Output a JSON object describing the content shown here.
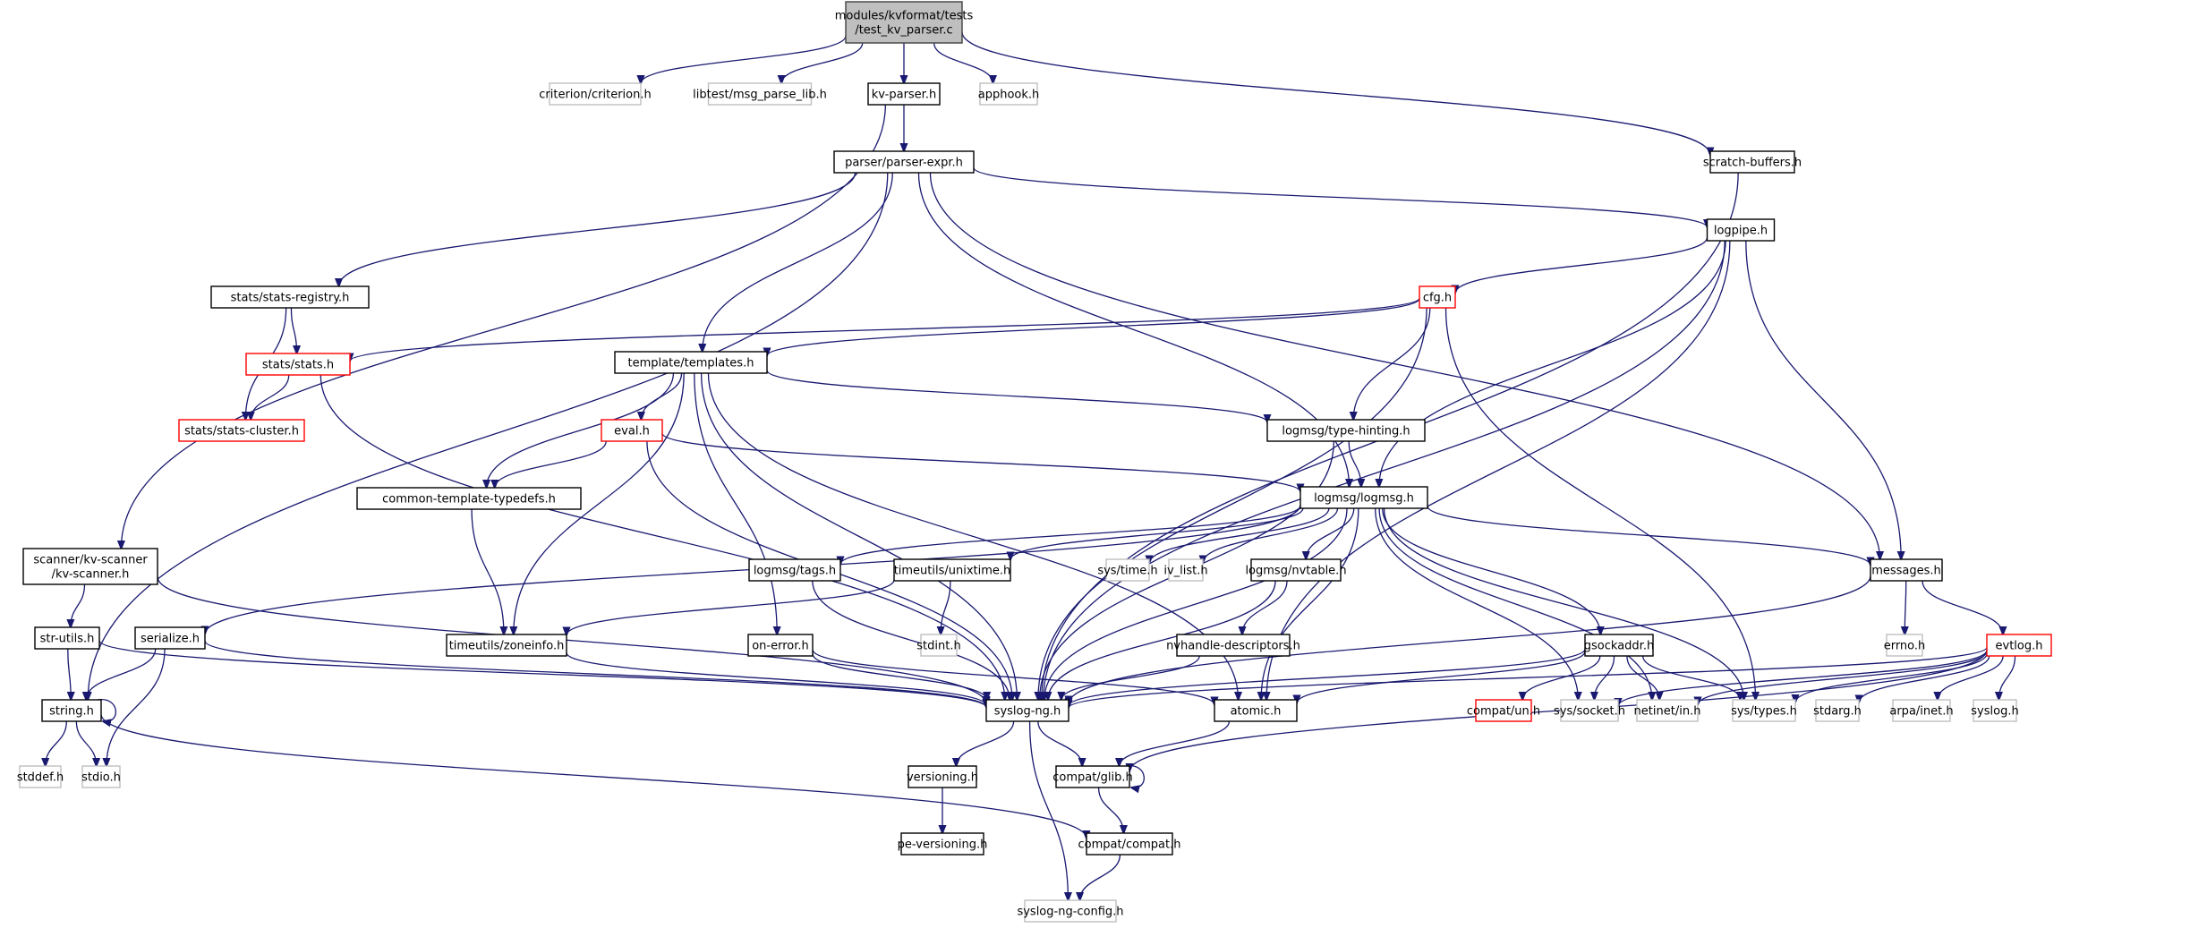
{
  "diagram": {
    "type": "include-dependency-graph",
    "root": "modules/kvformat/tests/test_kv_parser.c",
    "colors": {
      "edge": "#191970",
      "root_fill": "#bfbfbf",
      "normal_border": "#000000",
      "external_border": "#bfbfbf",
      "truncated_border": "#ff0000"
    },
    "nodes": [
      {
        "id": "root",
        "lines": [
          "modules/kvformat/tests",
          "/test_kv_parser.c"
        ],
        "kind": "root"
      },
      {
        "id": "criterion",
        "lines": [
          "criterion/criterion.h"
        ],
        "kind": "ext"
      },
      {
        "id": "msgparselib",
        "lines": [
          "libtest/msg_parse_lib.h"
        ],
        "kind": "ext"
      },
      {
        "id": "kvparser",
        "lines": [
          "kv-parser.h"
        ],
        "kind": "normal"
      },
      {
        "id": "apphook",
        "lines": [
          "apphook.h"
        ],
        "kind": "ext"
      },
      {
        "id": "scratch",
        "lines": [
          "scratch-buffers.h"
        ],
        "kind": "normal"
      },
      {
        "id": "parserexpr",
        "lines": [
          "parser/parser-expr.h"
        ],
        "kind": "normal"
      },
      {
        "id": "logpipe",
        "lines": [
          "logpipe.h"
        ],
        "kind": "normal"
      },
      {
        "id": "statsregistry",
        "lines": [
          "stats/stats-registry.h"
        ],
        "kind": "normal"
      },
      {
        "id": "cfg",
        "lines": [
          "cfg.h"
        ],
        "kind": "trunc"
      },
      {
        "id": "stats",
        "lines": [
          "stats/stats.h"
        ],
        "kind": "trunc"
      },
      {
        "id": "templates",
        "lines": [
          "template/templates.h"
        ],
        "kind": "normal"
      },
      {
        "id": "statscluster",
        "lines": [
          "stats/stats-cluster.h"
        ],
        "kind": "trunc"
      },
      {
        "id": "eval",
        "lines": [
          "eval.h"
        ],
        "kind": "trunc"
      },
      {
        "id": "typehinting",
        "lines": [
          "logmsg/type-hinting.h"
        ],
        "kind": "normal"
      },
      {
        "id": "commontt",
        "lines": [
          "common-template-typedefs.h"
        ],
        "kind": "normal"
      },
      {
        "id": "logmsg",
        "lines": [
          "logmsg/logmsg.h"
        ],
        "kind": "normal"
      },
      {
        "id": "kvscanner",
        "lines": [
          "scanner/kv-scanner",
          "/kv-scanner.h"
        ],
        "kind": "normal"
      },
      {
        "id": "tags",
        "lines": [
          "logmsg/tags.h"
        ],
        "kind": "normal"
      },
      {
        "id": "unixtime",
        "lines": [
          "timeutils/unixtime.h"
        ],
        "kind": "normal"
      },
      {
        "id": "systime",
        "lines": [
          "sys/time.h"
        ],
        "kind": "ext"
      },
      {
        "id": "ivlist",
        "lines": [
          "iv_list.h"
        ],
        "kind": "ext"
      },
      {
        "id": "nvtable",
        "lines": [
          "logmsg/nvtable.h"
        ],
        "kind": "normal"
      },
      {
        "id": "messages",
        "lines": [
          "messages.h"
        ],
        "kind": "normal"
      },
      {
        "id": "strutils",
        "lines": [
          "str-utils.h"
        ],
        "kind": "normal"
      },
      {
        "id": "serialize",
        "lines": [
          "serialize.h"
        ],
        "kind": "normal"
      },
      {
        "id": "zoneinfo",
        "lines": [
          "timeutils/zoneinfo.h"
        ],
        "kind": "normal"
      },
      {
        "id": "onerror",
        "lines": [
          "on-error.h"
        ],
        "kind": "normal"
      },
      {
        "id": "stdint",
        "lines": [
          "stdint.h"
        ],
        "kind": "ext"
      },
      {
        "id": "nvhandle",
        "lines": [
          "nvhandle-descriptors.h"
        ],
        "kind": "normal"
      },
      {
        "id": "gsockaddr",
        "lines": [
          "gsockaddr.h"
        ],
        "kind": "normal"
      },
      {
        "id": "errno",
        "lines": [
          "errno.h"
        ],
        "kind": "ext"
      },
      {
        "id": "evtlog",
        "lines": [
          "evtlog.h"
        ],
        "kind": "trunc"
      },
      {
        "id": "stringh",
        "lines": [
          "string.h"
        ],
        "kind": "normal"
      },
      {
        "id": "syslogng",
        "lines": [
          "syslog-ng.h"
        ],
        "kind": "normal"
      },
      {
        "id": "atomic",
        "lines": [
          "atomic.h"
        ],
        "kind": "normal"
      },
      {
        "id": "compatun",
        "lines": [
          "compat/un.h"
        ],
        "kind": "trunc"
      },
      {
        "id": "syssocket",
        "lines": [
          "sys/socket.h"
        ],
        "kind": "ext"
      },
      {
        "id": "netinet",
        "lines": [
          "netinet/in.h"
        ],
        "kind": "ext"
      },
      {
        "id": "systypes",
        "lines": [
          "sys/types.h"
        ],
        "kind": "ext"
      },
      {
        "id": "stdarg",
        "lines": [
          "stdarg.h"
        ],
        "kind": "ext"
      },
      {
        "id": "arpainet",
        "lines": [
          "arpa/inet.h"
        ],
        "kind": "ext"
      },
      {
        "id": "syslogh",
        "lines": [
          "syslog.h"
        ],
        "kind": "ext"
      },
      {
        "id": "stddef",
        "lines": [
          "stddef.h"
        ],
        "kind": "ext"
      },
      {
        "id": "stdio",
        "lines": [
          "stdio.h"
        ],
        "kind": "ext"
      },
      {
        "id": "versioning",
        "lines": [
          "versioning.h"
        ],
        "kind": "normal"
      },
      {
        "id": "glib",
        "lines": [
          "compat/glib.h"
        ],
        "kind": "normal"
      },
      {
        "id": "peversioning",
        "lines": [
          "pe-versioning.h"
        ],
        "kind": "normal"
      },
      {
        "id": "compat",
        "lines": [
          "compat/compat.h"
        ],
        "kind": "normal"
      },
      {
        "id": "slngconfig",
        "lines": [
          "syslog-ng-config.h"
        ],
        "kind": "ext"
      }
    ],
    "edges": [
      [
        "root",
        "criterion"
      ],
      [
        "root",
        "msgparselib"
      ],
      [
        "root",
        "kvparser"
      ],
      [
        "root",
        "apphook"
      ],
      [
        "root",
        "scratch"
      ],
      [
        "kvparser",
        "parserexpr"
      ],
      [
        "kvparser",
        "kvscanner"
      ],
      [
        "scratch",
        "syslogng"
      ],
      [
        "parserexpr",
        "logpipe"
      ],
      [
        "parserexpr",
        "statsregistry"
      ],
      [
        "parserexpr",
        "templates"
      ],
      [
        "parserexpr",
        "logmsg"
      ],
      [
        "parserexpr",
        "messages"
      ],
      [
        "parserexpr",
        "stringh"
      ],
      [
        "logpipe",
        "cfg"
      ],
      [
        "logpipe",
        "logmsg"
      ],
      [
        "logpipe",
        "messages"
      ],
      [
        "logpipe",
        "syslogng"
      ],
      [
        "logpipe",
        "atomic"
      ],
      [
        "statsregistry",
        "stats"
      ],
      [
        "statsregistry",
        "statscluster"
      ],
      [
        "cfg",
        "stats"
      ],
      [
        "cfg",
        "templates"
      ],
      [
        "cfg",
        "typehinting"
      ],
      [
        "cfg",
        "syslogng"
      ],
      [
        "cfg",
        "systypes"
      ],
      [
        "stats",
        "statscluster"
      ],
      [
        "stats",
        "syslogng"
      ],
      [
        "templates",
        "eval"
      ],
      [
        "templates",
        "typehinting"
      ],
      [
        "templates",
        "commontt"
      ],
      [
        "templates",
        "zoneinfo"
      ],
      [
        "templates",
        "onerror"
      ],
      [
        "templates",
        "syslogng"
      ],
      [
        "templates",
        "atomic"
      ],
      [
        "eval",
        "commontt"
      ],
      [
        "eval",
        "logmsg"
      ],
      [
        "eval",
        "syslogng"
      ],
      [
        "typehinting",
        "logmsg"
      ],
      [
        "typehinting",
        "syslogng"
      ],
      [
        "commontt",
        "zoneinfo"
      ],
      [
        "logmsg",
        "tags"
      ],
      [
        "logmsg",
        "unixtime"
      ],
      [
        "logmsg",
        "systime"
      ],
      [
        "logmsg",
        "ivlist"
      ],
      [
        "logmsg",
        "nvtable"
      ],
      [
        "logmsg",
        "messages"
      ],
      [
        "logmsg",
        "serialize"
      ],
      [
        "logmsg",
        "gsockaddr"
      ],
      [
        "logmsg",
        "syslogng"
      ],
      [
        "logmsg",
        "atomic"
      ],
      [
        "logmsg",
        "syssocket"
      ],
      [
        "logmsg",
        "netinet"
      ],
      [
        "logmsg",
        "systypes"
      ],
      [
        "kvscanner",
        "strutils"
      ],
      [
        "kvscanner",
        "syslogng"
      ],
      [
        "tags",
        "syslogng"
      ],
      [
        "unixtime",
        "zoneinfo"
      ],
      [
        "unixtime",
        "stdint"
      ],
      [
        "nvtable",
        "nvhandle"
      ],
      [
        "nvtable",
        "syslogng"
      ],
      [
        "messages",
        "errno"
      ],
      [
        "messages",
        "evtlog"
      ],
      [
        "messages",
        "syslogng"
      ],
      [
        "strutils",
        "stringh"
      ],
      [
        "strutils",
        "syslogng"
      ],
      [
        "serialize",
        "stringh"
      ],
      [
        "serialize",
        "stdio"
      ],
      [
        "serialize",
        "syslogng"
      ],
      [
        "zoneinfo",
        "syslogng"
      ],
      [
        "onerror",
        "syslogng"
      ],
      [
        "onerror",
        "atomic"
      ],
      [
        "nvhandle",
        "syslogng"
      ],
      [
        "gsockaddr",
        "compatun"
      ],
      [
        "gsockaddr",
        "syssocket"
      ],
      [
        "gsockaddr",
        "netinet"
      ],
      [
        "gsockaddr",
        "systypes"
      ],
      [
        "gsockaddr",
        "syslogng"
      ],
      [
        "gsockaddr",
        "atomic"
      ],
      [
        "evtlog",
        "syssocket"
      ],
      [
        "evtlog",
        "netinet"
      ],
      [
        "evtlog",
        "systypes"
      ],
      [
        "evtlog",
        "stdarg"
      ],
      [
        "evtlog",
        "arpainet"
      ],
      [
        "evtlog",
        "syslogh"
      ],
      [
        "evtlog",
        "syslogng"
      ],
      [
        "evtlog",
        "glib"
      ],
      [
        "stringh",
        "stringh"
      ],
      [
        "stringh",
        "stddef"
      ],
      [
        "stringh",
        "stdio"
      ],
      [
        "stringh",
        "compat"
      ],
      [
        "syslogng",
        "versioning"
      ],
      [
        "syslogng",
        "glib"
      ],
      [
        "syslogng",
        "slngconfig"
      ],
      [
        "atomic",
        "glib"
      ],
      [
        "glib",
        "glib"
      ],
      [
        "glib",
        "compat"
      ],
      [
        "versioning",
        "peversioning"
      ],
      [
        "compat",
        "slngconfig"
      ]
    ]
  }
}
